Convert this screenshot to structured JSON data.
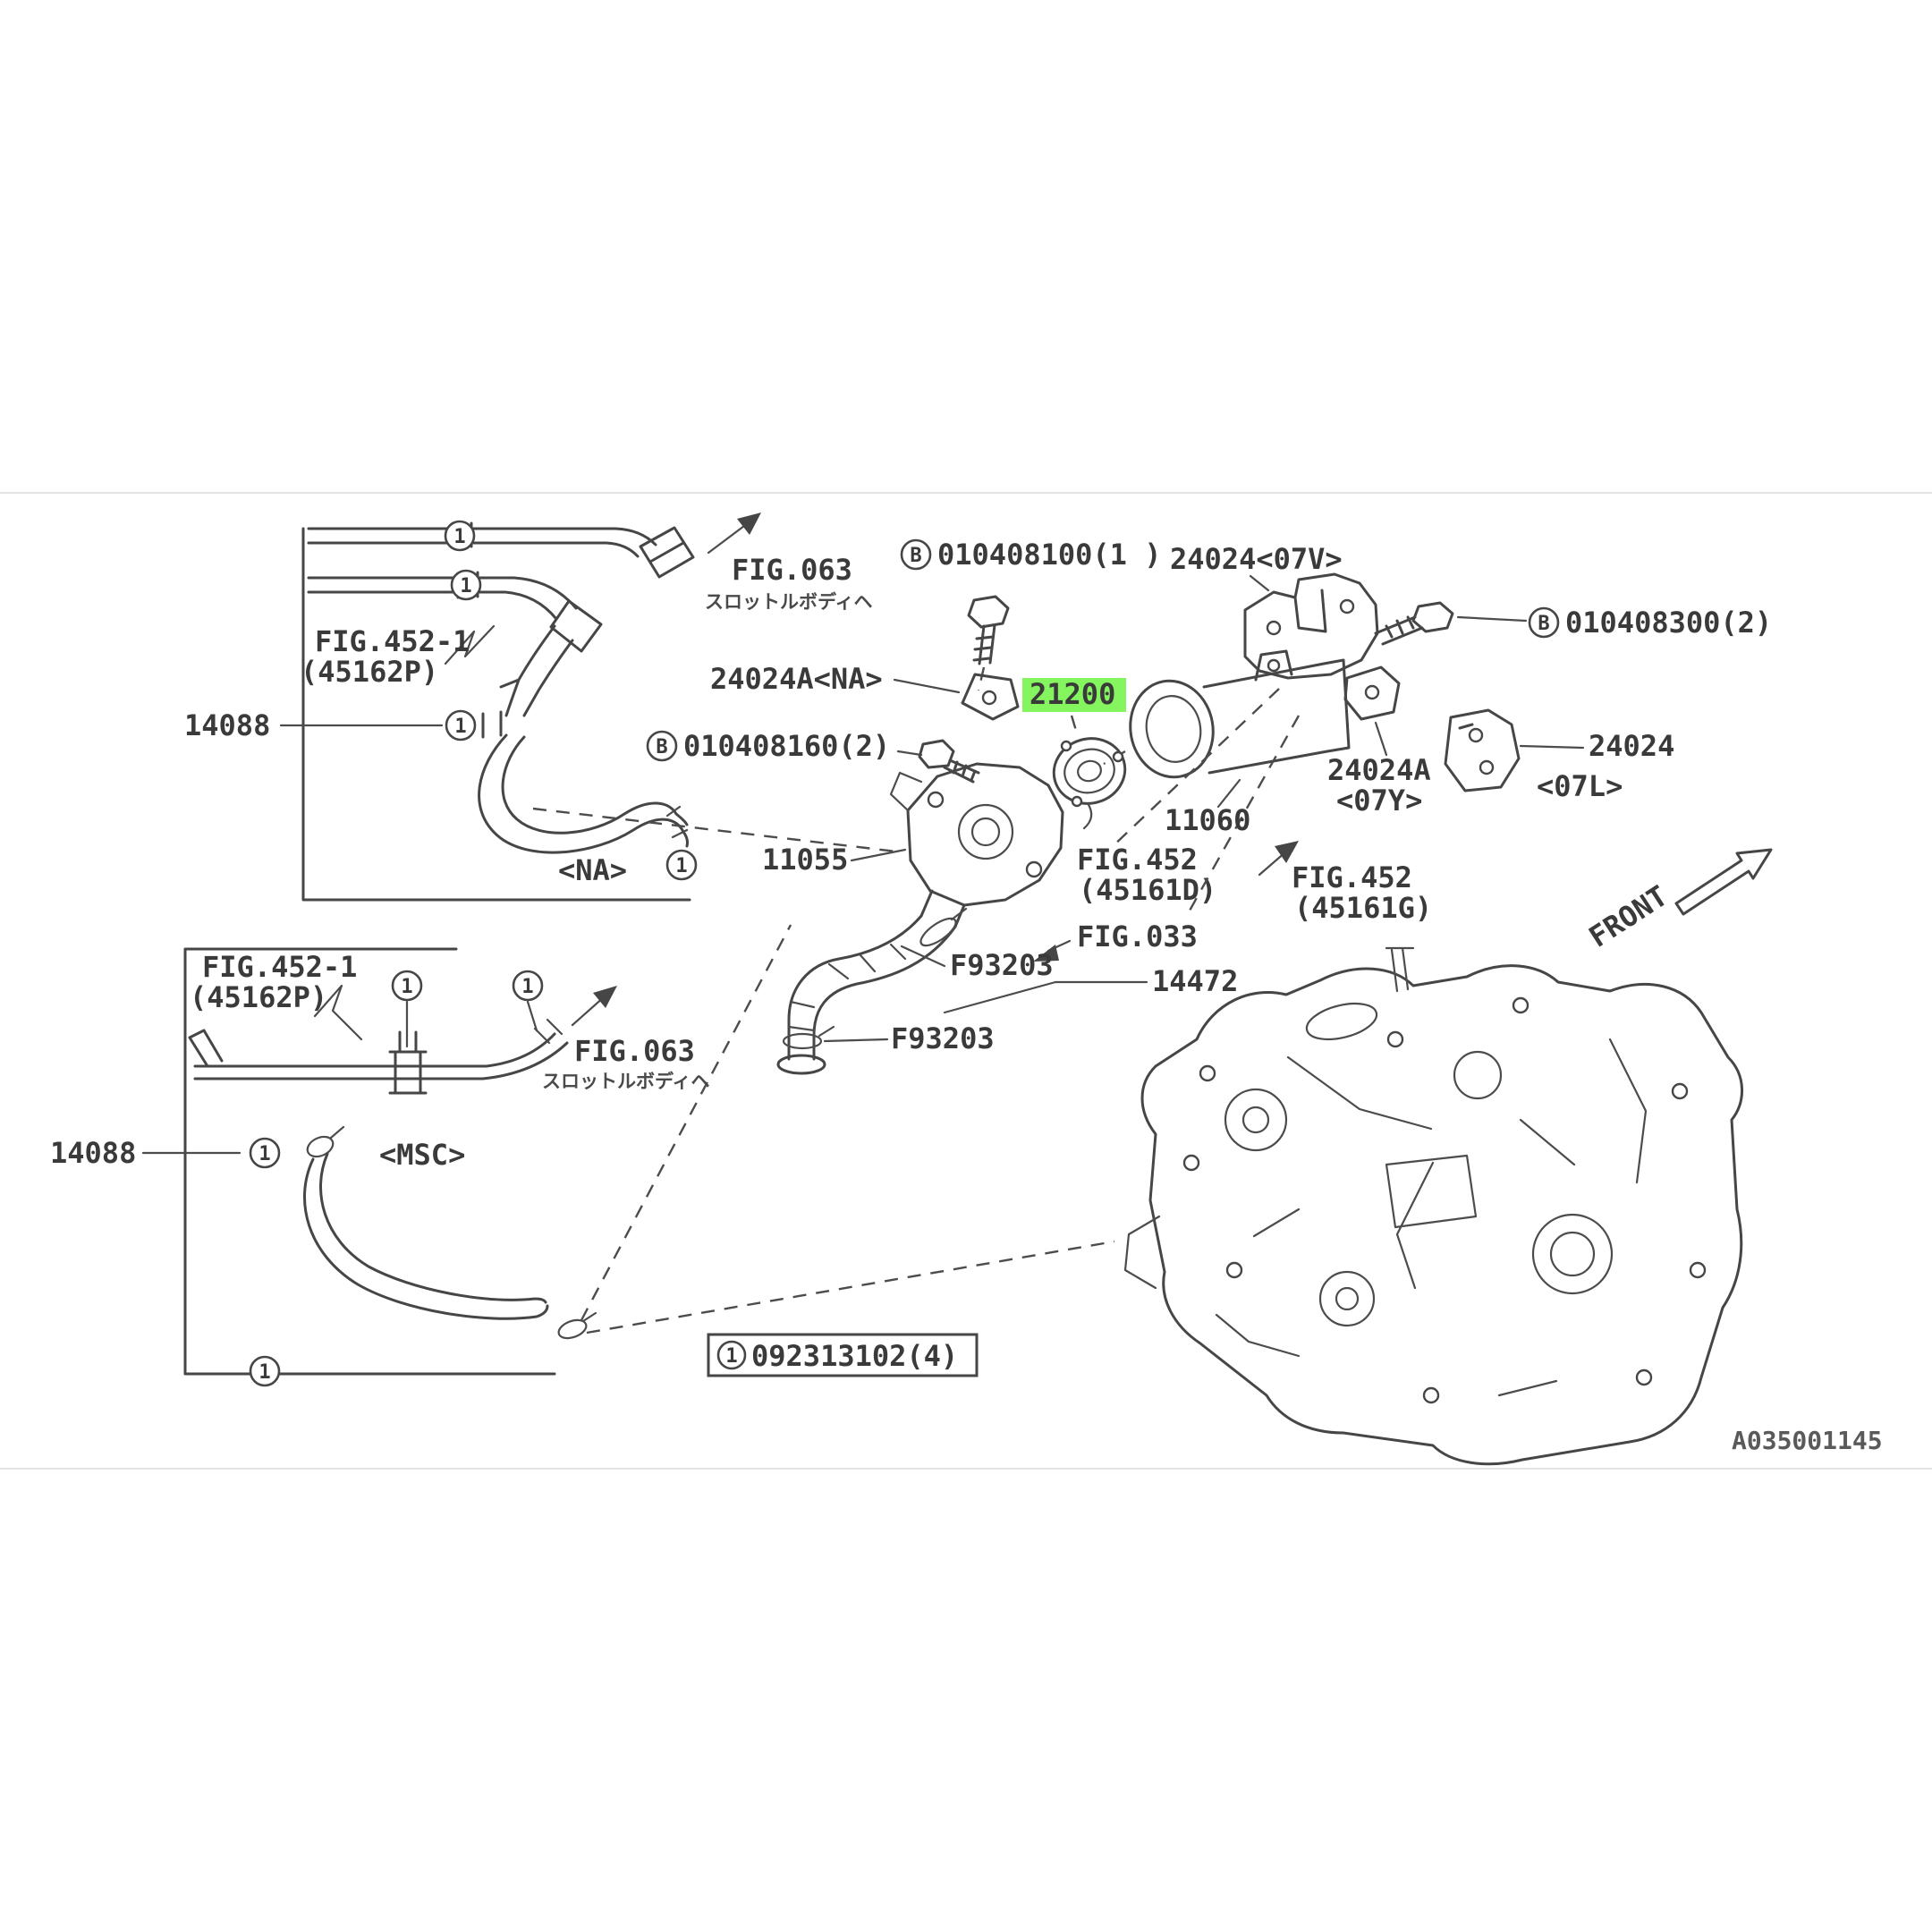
{
  "diagram": {
    "type": "exploded-parts-diagram",
    "drawing_number": "A035001145",
    "front_label": "FRONT",
    "highlight_color": "#84f55e",
    "line_color": "#464646"
  },
  "markers": {
    "clamp_symbol": "1",
    "bolt_symbol": "B"
  },
  "legend": {
    "clamp_part_number": "092313102(4)"
  },
  "labels": {
    "fig_063": "FIG.063",
    "throttle_body_jp": "スロットルボディヘ",
    "fig_452_1": "FIG.452-1",
    "sub_45162p": "(45162P)",
    "part_14088": "14088",
    "tag_na": "<NA>",
    "tag_msc": "<MSC>",
    "bolt_010408100": "010408100(1 )",
    "bolt_010408160": "010408160(2)",
    "bolt_010408300": "010408300(2)",
    "part_24024a_na": "24024A<NA>",
    "part_24024_07v": "24024<07V>",
    "part_21200": "21200",
    "part_11060": "11060",
    "part_24024a": "24024A",
    "tag_07y": "<07Y>",
    "part_24024": "24024",
    "tag_07l": "<07L>",
    "part_11055": "11055",
    "fig_452": "FIG.452",
    "sub_45161d": "(45161D)",
    "fig_033": "FIG.033",
    "sub_45161g": "(45161G)",
    "part_f93203": "F93203",
    "part_14472": "14472"
  }
}
